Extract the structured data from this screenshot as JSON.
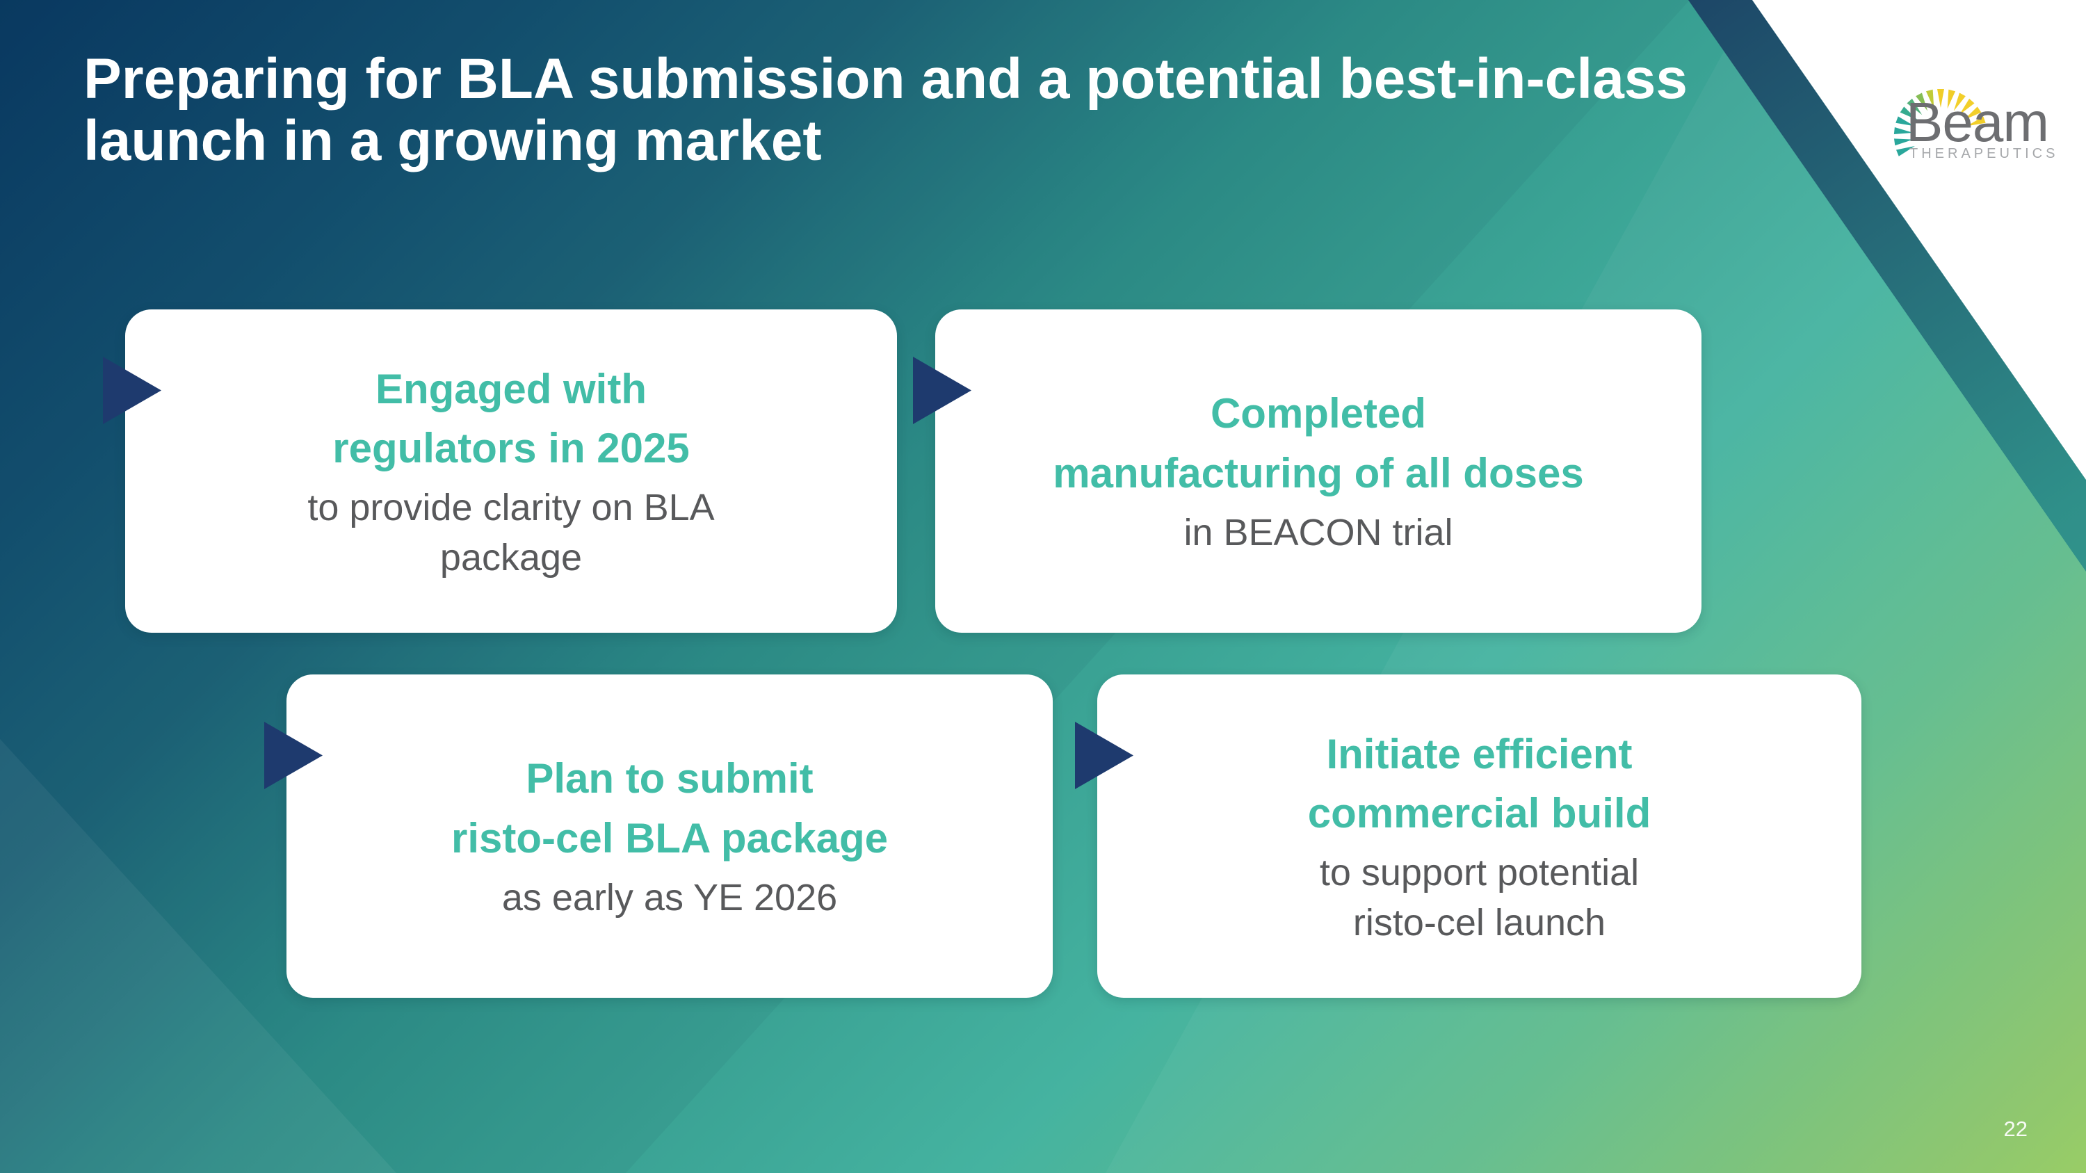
{
  "slide": {
    "page_number": "22"
  },
  "title": {
    "line1": "Preparing for BLA submission and a potential best-in-class",
    "line2": "launch in a growing market"
  },
  "logo": {
    "name": "Beam",
    "subtitle": "THERAPEUTICS",
    "rays": [
      {
        "angle": 202,
        "color": "#2aa79b"
      },
      {
        "angle": 188,
        "color": "#2aa79b"
      },
      {
        "angle": 174,
        "color": "#2aa79b"
      },
      {
        "angle": 160,
        "color": "#2aa79b"
      },
      {
        "angle": 146,
        "color": "#35ab8f"
      },
      {
        "angle": 132,
        "color": "#54b17c"
      },
      {
        "angle": 118,
        "color": "#86bd55"
      },
      {
        "angle": 104,
        "color": "#c0cb38"
      },
      {
        "angle": 90,
        "color": "#f0cd28"
      },
      {
        "angle": 76,
        "color": "#f0cd28"
      },
      {
        "angle": 62,
        "color": "#f2cf2a"
      },
      {
        "angle": 48,
        "color": "#f2cf2a"
      },
      {
        "angle": 34,
        "color": "#f2cf2a"
      },
      {
        "angle": 20,
        "color": "#f2cf2a"
      }
    ]
  },
  "cards": [
    {
      "heading_line1": "Engaged with",
      "heading_line2": "regulators in 2025",
      "body_line1": "to provide clarity on BLA",
      "body_line2": "package"
    },
    {
      "heading_line1": "Completed",
      "heading_line2": "manufacturing of all doses",
      "body_line1": "in BEACON trial",
      "body_line2": ""
    },
    {
      "heading_line1": "Plan to submit",
      "heading_line2": "risto-cel BLA package",
      "body_line1": "as early as YE 2026",
      "body_line2": ""
    },
    {
      "heading_line1": "Initiate efficient",
      "heading_line2": "commercial build",
      "body_line1": "to support potential",
      "body_line2": "risto-cel launch"
    }
  ],
  "colors": {
    "background_top_left_navy": "#0a3a63",
    "background_mid_teal": "#2e8f89",
    "background_bottom_right_green": "#8ac569",
    "accent_band_yellow": "#f4d12d",
    "accent_band_navy": "#16395f",
    "arrow_navy": "#1e3a6e",
    "heading_teal": "#42bda7",
    "body_gray": "#58595b",
    "logo_gray": "#6d6e71"
  }
}
